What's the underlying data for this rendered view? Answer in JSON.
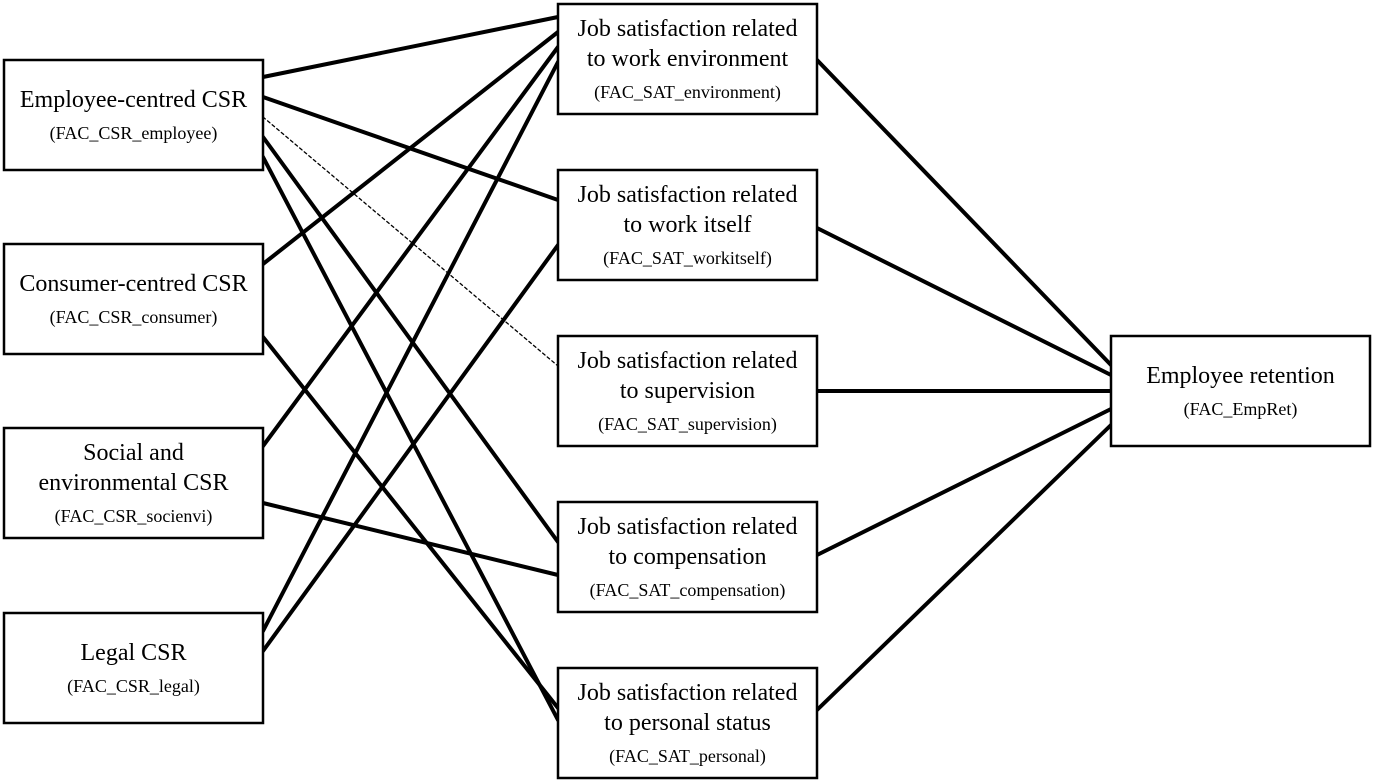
{
  "nodes": [
    {
      "id": "emp",
      "lines": [
        "Employee-centred CSR"
      ],
      "code": "(FAC_CSR_employee)"
    },
    {
      "id": "con",
      "lines": [
        "Consumer-centred CSR"
      ],
      "code": "(FAC_CSR_consumer)"
    },
    {
      "id": "soc",
      "lines": [
        "Social and",
        "environmental CSR"
      ],
      "code": "(FAC_CSR_socienvi)"
    },
    {
      "id": "leg",
      "lines": [
        "Legal CSR"
      ],
      "code": "(FAC_CSR_legal)"
    },
    {
      "id": "env",
      "lines": [
        "Job satisfaction related",
        "to work environment"
      ],
      "code": "(FAC_SAT_environment)"
    },
    {
      "id": "wrk",
      "lines": [
        "Job satisfaction related",
        "to work itself"
      ],
      "code": "(FAC_SAT_workitself)"
    },
    {
      "id": "sup",
      "lines": [
        "Job satisfaction related",
        "to supervision"
      ],
      "code": "(FAC_SAT_supervision)"
    },
    {
      "id": "cmp",
      "lines": [
        "Job satisfaction related",
        "to compensation"
      ],
      "code": "(FAC_SAT_compensation)"
    },
    {
      "id": "per",
      "lines": [
        "Job satisfaction related",
        "to personal status"
      ],
      "code": "(FAC_SAT_personal)"
    },
    {
      "id": "ret",
      "lines": [
        "Employee retention"
      ],
      "code": "(FAC_EmpRet)"
    }
  ],
  "edges": [
    {
      "from": "emp",
      "to": "env",
      "style": "solid"
    },
    {
      "from": "emp",
      "to": "wrk",
      "style": "solid"
    },
    {
      "from": "emp",
      "to": "sup",
      "style": "dashed"
    },
    {
      "from": "emp",
      "to": "cmp",
      "style": "solid"
    },
    {
      "from": "emp",
      "to": "per",
      "style": "solid"
    },
    {
      "from": "con",
      "to": "env",
      "style": "solid"
    },
    {
      "from": "con",
      "to": "per",
      "style": "solid"
    },
    {
      "from": "soc",
      "to": "env",
      "style": "solid"
    },
    {
      "from": "soc",
      "to": "cmp",
      "style": "solid"
    },
    {
      "from": "leg",
      "to": "env",
      "style": "solid"
    },
    {
      "from": "leg",
      "to": "wrk",
      "style": "solid"
    },
    {
      "from": "env",
      "to": "ret",
      "style": "solid"
    },
    {
      "from": "wrk",
      "to": "ret",
      "style": "solid"
    },
    {
      "from": "sup",
      "to": "ret",
      "style": "solid"
    },
    {
      "from": "cmp",
      "to": "ret",
      "style": "solid"
    },
    {
      "from": "per",
      "to": "ret",
      "style": "solid"
    }
  ]
}
